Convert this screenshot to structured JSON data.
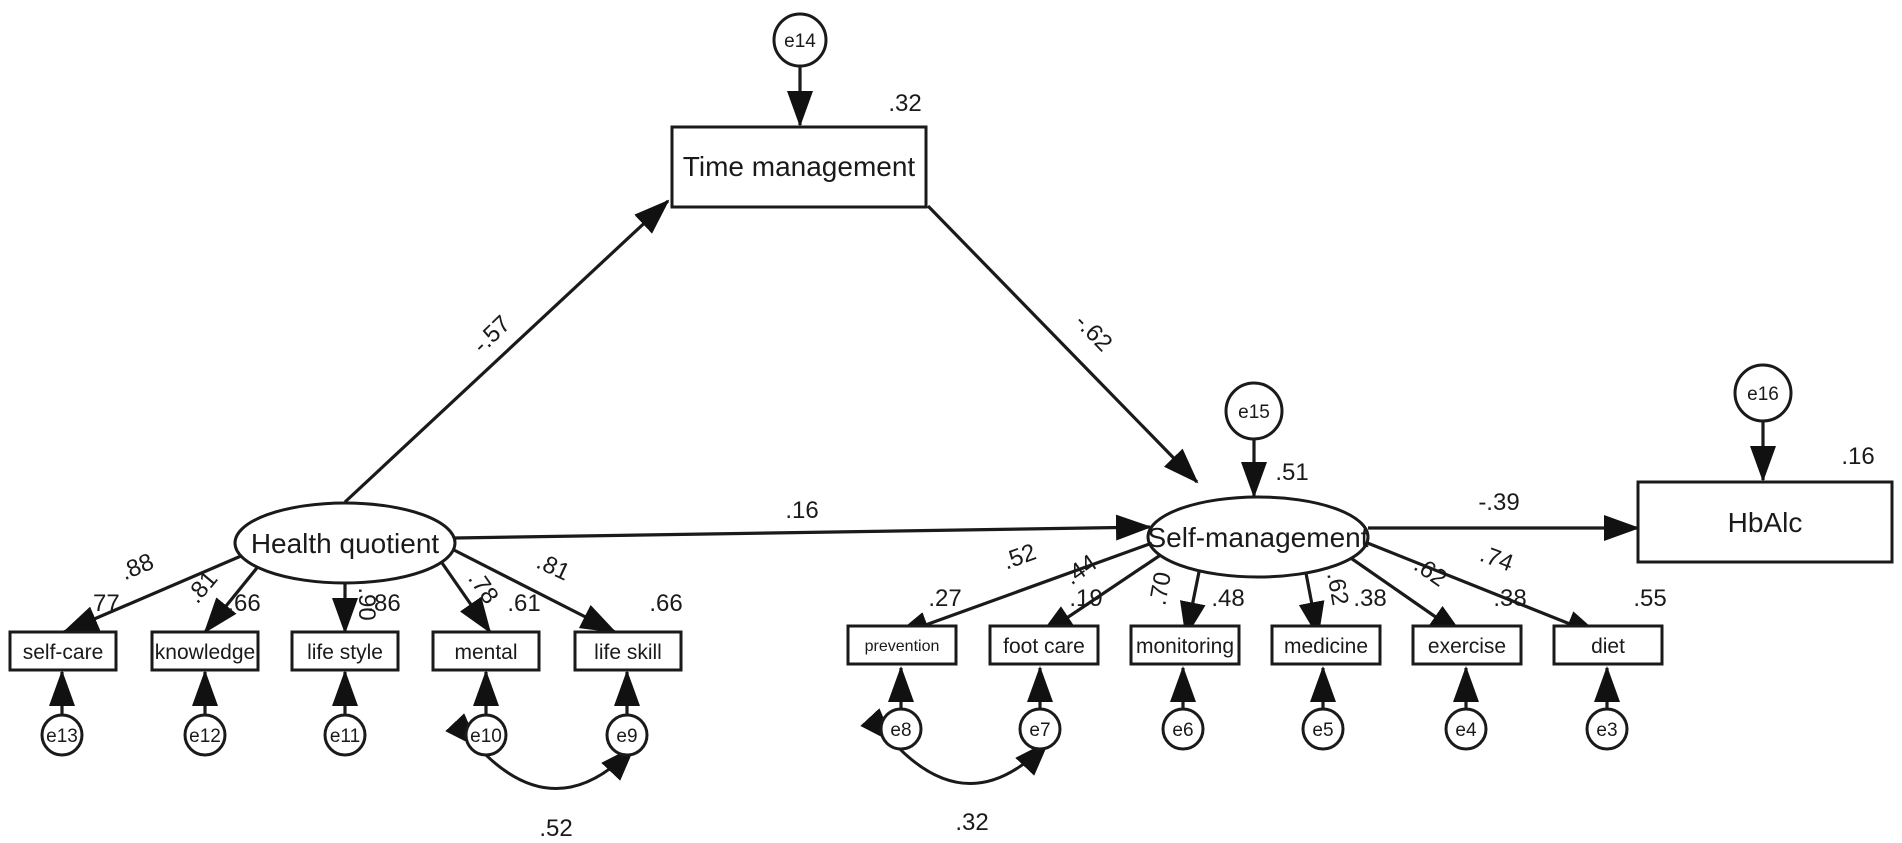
{
  "diagram": {
    "latent": {
      "health_quotient": "Health quotient",
      "self_management": "Self-management"
    },
    "observed": {
      "time_management": "Time management",
      "hba1c": "HbAlc",
      "self_care": "self-care",
      "knowledge": "knowledge",
      "life_style": "life style",
      "mental": "mental",
      "life_skill": "life skill",
      "prevention": "prevention",
      "foot_care": "foot care",
      "monitoring": "monitoring",
      "medicine": "medicine",
      "exercise": "exercise",
      "diet": "diet"
    },
    "errors": {
      "e3": "e3",
      "e4": "e4",
      "e5": "e5",
      "e6": "e6",
      "e7": "e7",
      "e8": "e8",
      "e9": "e9",
      "e10": "e10",
      "e11": "e11",
      "e12": "e12",
      "e13": "e13",
      "e14": "e14",
      "e15": "e15",
      "e16": "e16"
    },
    "structural_coefficients": {
      "hq_to_time": "-.57",
      "time_to_sm": "-.62",
      "hq_to_sm": ".16",
      "sm_to_hba1c": "-.39"
    },
    "r_squared": {
      "time_management": ".32",
      "self_management": ".51",
      "hba1c": ".16",
      "self_care": ".77",
      "knowledge": ".66",
      "life_style": ".86",
      "mental": ".61",
      "life_skill": ".66",
      "prevention": ".27",
      "foot_care": ".19",
      "monitoring": ".48",
      "medicine": ".38",
      "exercise": ".38",
      "diet": ".55"
    },
    "loadings": {
      "self_care": ".88",
      "knowledge": ".81",
      "life_style": ".90",
      "mental": ".78",
      "life_skill": ".81",
      "prevention": ".52",
      "foot_care": ".44",
      "monitoring": ".70",
      "medicine": ".62",
      "exercise": ".62",
      "diet": ".74"
    },
    "covariances": {
      "e10_e9": ".52",
      "e8_e7": ".32"
    }
  }
}
